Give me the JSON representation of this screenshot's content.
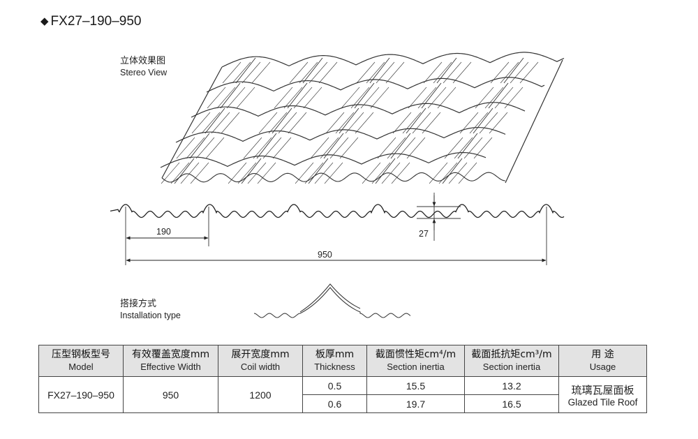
{
  "title": "FX27–190–950",
  "stereo_view": {
    "label_cn": "立体效果图",
    "label_en": "Stereo View"
  },
  "installation": {
    "label_cn": "搭接方式",
    "label_en": "Installation type"
  },
  "profile_dims": {
    "pitch": "190",
    "height": "27",
    "width": "950"
  },
  "table": {
    "headers": [
      {
        "cn": "压型钢板型号",
        "en": "Model"
      },
      {
        "cn": "有效覆盖宽度mm",
        "en": "Effective Width"
      },
      {
        "cn": "展开宽度mm",
        "en": "Coil width"
      },
      {
        "cn": "板厚mm",
        "en": "Thickness"
      },
      {
        "cn": "截面惯性矩cm⁴/m",
        "en": "Section inertia"
      },
      {
        "cn": "截面抵抗矩cm³/m",
        "en": "Section inertia"
      },
      {
        "cn": "用 途",
        "en": "Usage"
      }
    ],
    "model": "FX27–190–950",
    "effective_width": "950",
    "coil_width": "1200",
    "rows": [
      {
        "thickness": "0.5",
        "inertia": "15.5",
        "resist": "13.2"
      },
      {
        "thickness": "0.6",
        "inertia": "19.7",
        "resist": "16.5"
      }
    ],
    "usage_cn": "琉璃瓦屋面板",
    "usage_en": "Glazed Tile Roof"
  }
}
